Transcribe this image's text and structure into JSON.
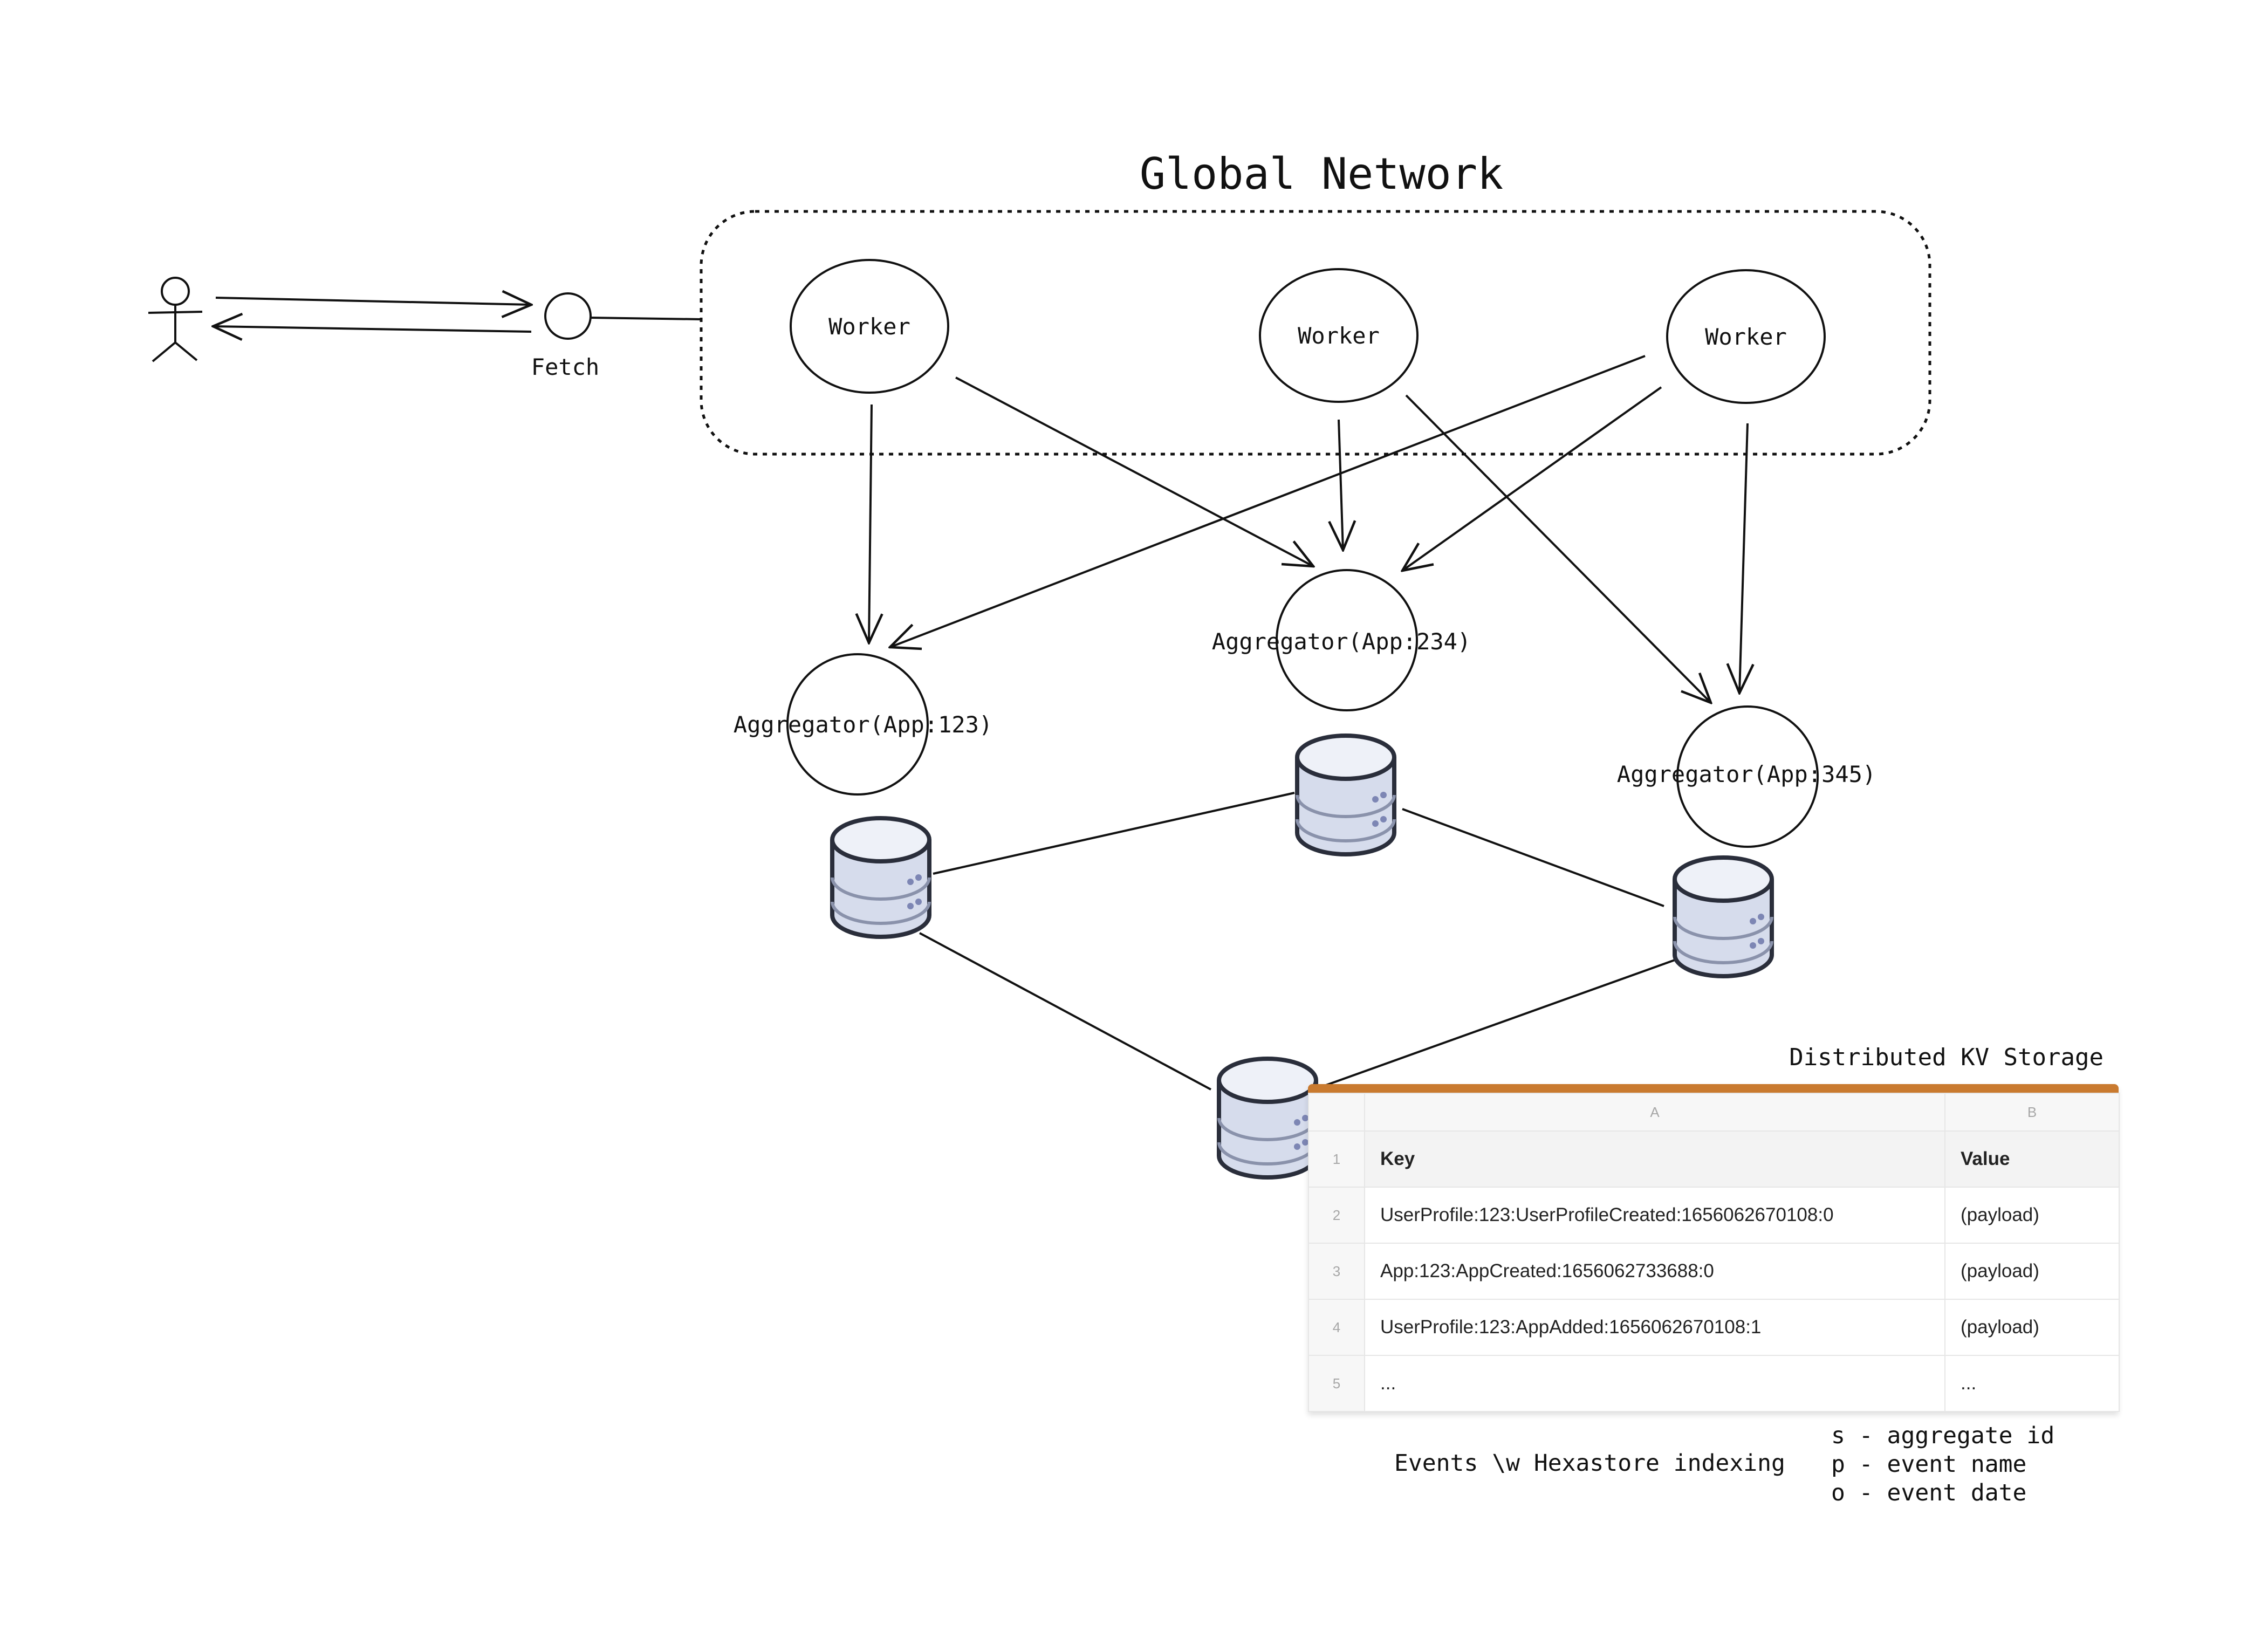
{
  "title": "Global Network",
  "fetch_label": "Fetch",
  "workers": [
    "Worker",
    "Worker",
    "Worker"
  ],
  "aggregators": [
    "Aggregator(App:123)",
    "Aggregator(App:234)",
    "Aggregator(App:345)"
  ],
  "storage_title": "Distributed KV Storage",
  "table": {
    "col_letters": [
      "A",
      "B"
    ],
    "row_numbers": [
      "1",
      "2",
      "3",
      "4",
      "5"
    ],
    "header": [
      "Key",
      "Value"
    ],
    "rows": [
      [
        "UserProfile:123:UserProfileCreated:1656062670108:0",
        "(payload)"
      ],
      [
        "App:123:AppCreated:1656062733688:0",
        "(payload)"
      ],
      [
        "UserProfile:123:AppAdded:1656062670108:1",
        "(payload)"
      ],
      [
        "...",
        "..."
      ]
    ]
  },
  "indexing_caption": "Events \\w Hexastore indexing",
  "legend": [
    "s - aggregate id",
    "p - event name",
    "o - event date"
  ],
  "colors": {
    "stroke": "#111111",
    "db_fill": "#d6dcec",
    "db_top": "#eef1f8",
    "db_stroke": "#2a2e3b",
    "db_dots": "#7d86b4",
    "table_accent": "#c97a2f"
  },
  "icons": [
    "actor-icon",
    "database-icon"
  ]
}
